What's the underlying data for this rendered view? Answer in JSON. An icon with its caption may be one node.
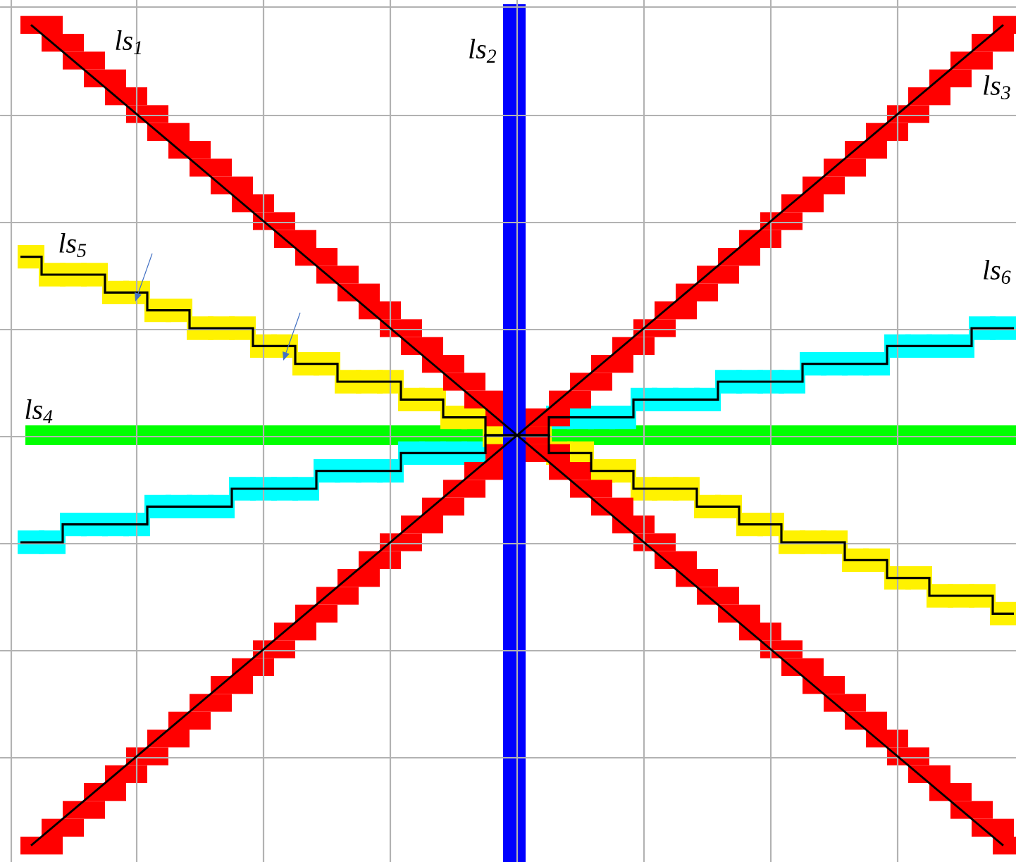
{
  "diagram": {
    "labels": [
      "ls$_{1}$",
      "ls$_{2}$",
      "ls$_{3}$",
      "ls$_{4}$",
      "ls$_{5}$",
      "ls$_{6}$"
    ]
  }
}
